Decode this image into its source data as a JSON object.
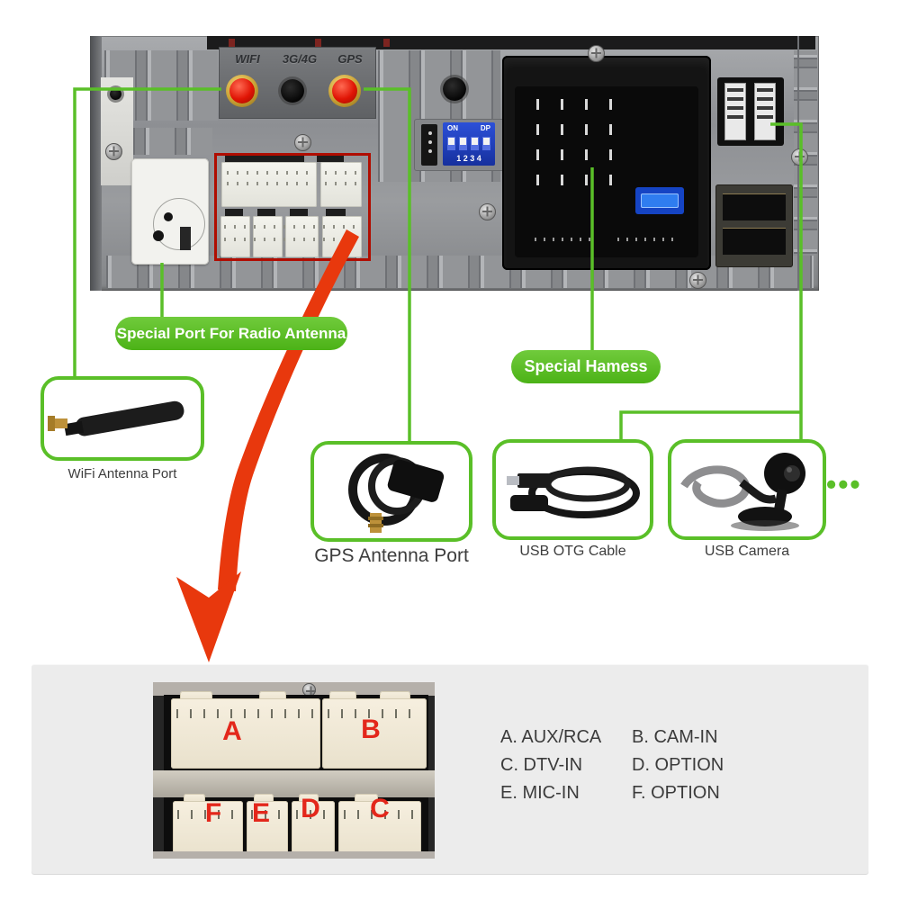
{
  "colors": {
    "green": "#5abf28",
    "red": "#e8380d",
    "dark_red": "#b00d00",
    "letter_red": "#e3271b"
  },
  "rear_panel": {
    "port_labels": {
      "wifi": "WIFI",
      "cellular": "3G/4G",
      "gps": "GPS"
    },
    "dip_switch": {
      "on": "ON",
      "dp": "DP",
      "numbers": "1 2 3 4"
    }
  },
  "callouts": {
    "radio_antenna": "Special Port For Radio Antenna",
    "harness": "Special Hamess"
  },
  "accessories": {
    "wifi_caption": "WiFi Antenna Port",
    "gps_caption": "GPS Antenna Port",
    "otg_caption": "USB OTG Cable",
    "camera_caption": "USB Camera",
    "more": "•••"
  },
  "connector_detail": {
    "letters": {
      "a": "A",
      "b": "B",
      "c": "C",
      "d": "D",
      "e": "E",
      "f": "F"
    },
    "legend": [
      {
        "label": "A. AUX/RCA"
      },
      {
        "label": "B. CAM-IN"
      },
      {
        "label": "C. DTV-IN"
      },
      {
        "label": "D. OPTION"
      },
      {
        "label": "E. MIC-IN"
      },
      {
        "label": "F. OPTION"
      }
    ]
  }
}
